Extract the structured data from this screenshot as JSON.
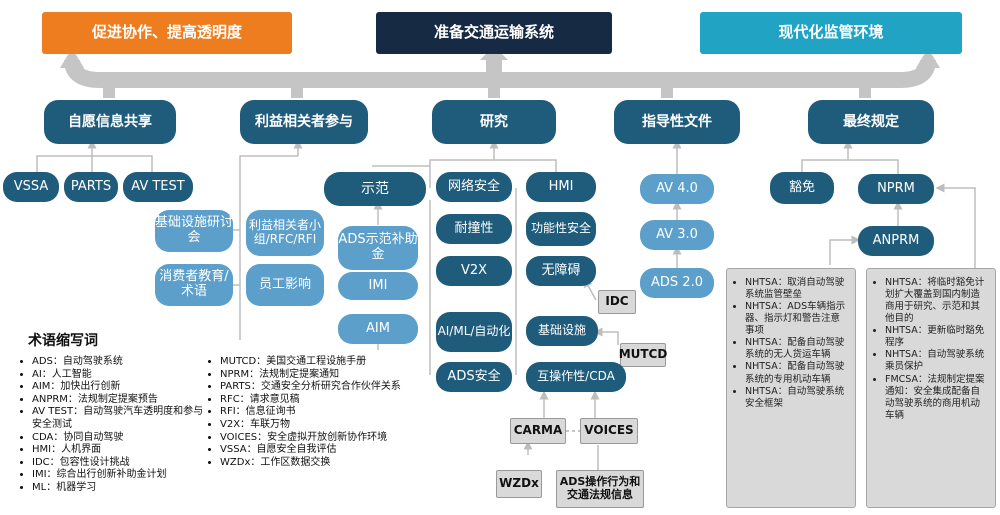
{
  "top": {
    "left": "促进协作、提高透明度",
    "center": "准备交通运输系统",
    "right": "现代化监管环境"
  },
  "categories": [
    "自愿信息共享",
    "利益相关者参与",
    "研究",
    "指导性文件",
    "最终规定"
  ],
  "voluntary": [
    "VSSA",
    "PARTS",
    "AV TEST"
  ],
  "stakeholder": {
    "infra_workshop": "基础设施研讨会",
    "consumer_edu": "消费者教育/术语",
    "subgroup": "利益相关者小组/RFC/RFI",
    "staff_impact": "员工影响"
  },
  "research": {
    "demo": "示范",
    "ads_grant": "ADS示范补助金",
    "imi": "IMI",
    "aim": "AIM",
    "cybersecurity": "网络安全",
    "hmi": "HMI",
    "crashworthiness": "耐撞性",
    "functional_safety": "功能性安全",
    "v2x": "V2X",
    "accessibility": "无障碍",
    "idc": "IDC",
    "ai_ml": "AI/ML/自动化",
    "infrastructure": "基础设施",
    "mutcd": "MUTCD",
    "ads_safety": "ADS安全",
    "interop": "互操作性/CDA",
    "carma": "CARMA",
    "voices": "VOICES",
    "wzdx": "WZDx",
    "ads_behavior": "ADS操作行为和交通法规信息"
  },
  "guidance": [
    "AV 4.0",
    "AV 3.0",
    "ADS 2.0"
  ],
  "final": {
    "exemption": "豁免",
    "nprm": "NPRM",
    "anprm": "ANPRM"
  },
  "notes": {
    "anprm": [
      "NHTSA：取消自动驾驶系统监管壁垒",
      "NHTSA：ADS车辆指示器、指示灯和警告注意事项",
      "NHTSA：配备自动驾驶系统的无人货运车辆",
      "NHTSA：配备自动驾驶系统的专用机动车辆",
      "NHTSA：自动驾驶系统安全框架"
    ],
    "nprm": [
      "NHTSA：将临时豁免计划扩大覆盖到国内制造商用于研究、示范和其他目的",
      "NHTSA：更新临时豁免程序",
      "NHTSA：自动驾驶系统乘员保护",
      "FMCSA：法规制定提案通知：安全集成配备自动驾驶系统的商用机动车辆"
    ]
  },
  "glossary": {
    "title": "术语缩写词",
    "col1": [
      "ADS：自动驾驶系统",
      "AI：人工智能",
      "AIM：加快出行创新",
      "ANPRM：法规制定提案预告",
      "AV TEST：自动驾驶汽车透明度和参与安全测试",
      "CDA：协同自动驾驶",
      "HMI：人机界面",
      "IDC：包容性设计挑战",
      "IMI：综合出行创新补助金计划",
      "ML：机器学习"
    ],
    "col2": [
      "MUTCD：美国交通工程设施手册",
      "NPRM：法规制定提案通知",
      "PARTS：交通安全分析研究合作伙伴关系",
      "RFC：请求意见稿",
      "RFI：信息征询书",
      "V2X：车联万物",
      "VOICES：安全虚拟开放创新协作环境",
      "VSSA：自愿安全自我评估",
      "WZDx：工作区数据交换"
    ]
  },
  "colors": {
    "orange": "#ee7d1f",
    "navy": "#172a44",
    "teal": "#21a3c4",
    "dark_blue": "#1f5c7c",
    "light_blue": "#5c9fca",
    "connector": "#bfbfbf"
  }
}
